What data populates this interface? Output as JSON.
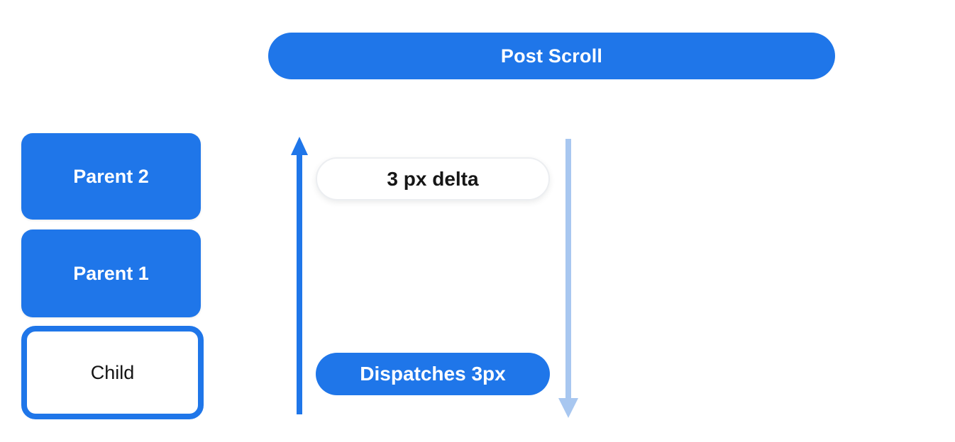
{
  "diagram": {
    "background": "#ffffff",
    "colors": {
      "primary_blue": "#1f76e9",
      "light_blue": "#a8c7f0",
      "pill_border": "#eceef1",
      "text_white": "#ffffff",
      "text_black": "#161616"
    },
    "banner": {
      "label": "Post Scroll"
    },
    "stack": {
      "items": [
        {
          "id": "parent-2",
          "label": "Parent 2",
          "variant": "filled"
        },
        {
          "id": "parent-1",
          "label": "Parent 1",
          "variant": "filled"
        },
        {
          "id": "child",
          "label": "Child",
          "variant": "outlined"
        }
      ]
    },
    "flow": {
      "up_arrow": {
        "direction": "up",
        "color": "#1f76e9"
      },
      "down_arrow": {
        "direction": "down",
        "color": "#a8c7f0"
      },
      "delta_pill": {
        "label": "3 px delta"
      },
      "dispatch_pill": {
        "label": "Dispatches 3px"
      }
    }
  }
}
